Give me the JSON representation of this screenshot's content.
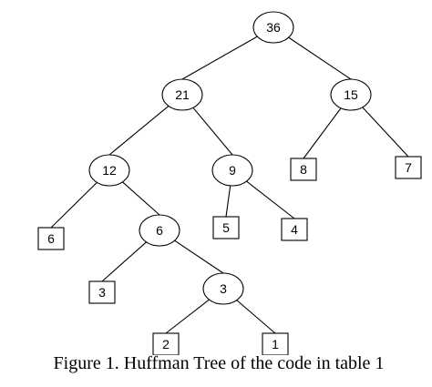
{
  "diagram": {
    "caption": "Figure 1. Huffman Tree of the code in table 1",
    "nodes": [
      {
        "id": "n36",
        "label": "36",
        "kind": "internal"
      },
      {
        "id": "n21",
        "label": "21",
        "kind": "internal"
      },
      {
        "id": "n15",
        "label": "15",
        "kind": "internal"
      },
      {
        "id": "n12",
        "label": "12",
        "kind": "internal"
      },
      {
        "id": "n9",
        "label": "9",
        "kind": "internal"
      },
      {
        "id": "n6i",
        "label": "6",
        "kind": "internal"
      },
      {
        "id": "n3i",
        "label": "3",
        "kind": "internal"
      },
      {
        "id": "l8",
        "label": "8",
        "kind": "leaf"
      },
      {
        "id": "l7",
        "label": "7",
        "kind": "leaf"
      },
      {
        "id": "l6",
        "label": "6",
        "kind": "leaf"
      },
      {
        "id": "l5",
        "label": "5",
        "kind": "leaf"
      },
      {
        "id": "l4",
        "label": "4",
        "kind": "leaf"
      },
      {
        "id": "l3",
        "label": "3",
        "kind": "leaf"
      },
      {
        "id": "l2",
        "label": "2",
        "kind": "leaf"
      },
      {
        "id": "l1",
        "label": "1",
        "kind": "leaf"
      }
    ],
    "edges": [
      [
        "n36",
        "n21"
      ],
      [
        "n36",
        "n15"
      ],
      [
        "n21",
        "n12"
      ],
      [
        "n21",
        "n9"
      ],
      [
        "n15",
        "l8"
      ],
      [
        "n15",
        "l7"
      ],
      [
        "n12",
        "l6"
      ],
      [
        "n12",
        "n6i"
      ],
      [
        "n9",
        "l5"
      ],
      [
        "n9",
        "l4"
      ],
      [
        "n6i",
        "l3"
      ],
      [
        "n6i",
        "n3i"
      ],
      [
        "n3i",
        "l2"
      ],
      [
        "n3i",
        "l1"
      ]
    ]
  }
}
